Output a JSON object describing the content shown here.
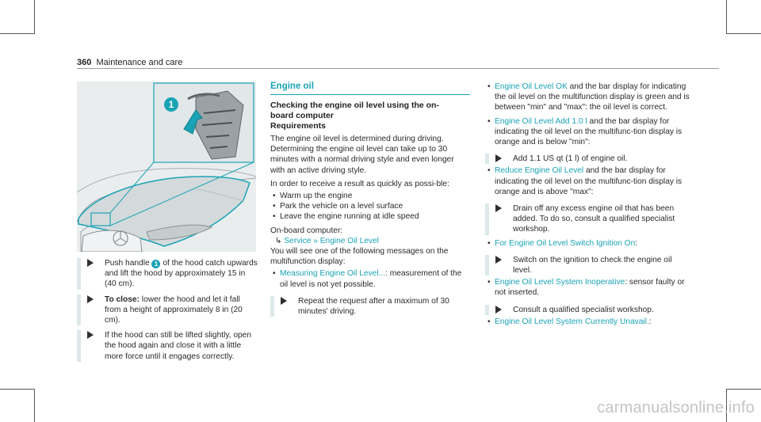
{
  "header": {
    "page_number": "360",
    "section_title": "Maintenance and care"
  },
  "figure": {
    "callout_number": "1",
    "alt_description": ""
  },
  "left_column": {
    "step1_prefix": "Push handle ",
    "step1_callout": "1",
    "step1_suffix": " of the hood catch upwards and lift the hood by approximately 15 in (40 cm).",
    "step2_bold": "To close:",
    "step2_text": " lower the hood and let it fall from a height of approximately 8 in (20 cm).",
    "step3_text": "If the hood can still be lifted slightly, open the hood again and close it with a little more force until it engages correctly."
  },
  "middle_column": {
    "section_heading": "Engine oil",
    "subheading_line1": "Checking the engine oil level using the on-",
    "subheading_line2": "board computer",
    "requirements_label": "Requirements",
    "intro_text": "The engine oil level is determined during driving. Determining the engine oil level can take up to 30 minutes with a normal driving style and even longer with an active driving style.",
    "result_text": "In order to receive a result as quickly as possi-ble:",
    "bullets": [
      "Warm up the engine",
      "Park the vehicle on a level surface",
      "Leave the engine running at idle speed"
    ],
    "onboard_label": "On-board computer:",
    "menu_service": "Service",
    "menu_engine_oil_level": "Engine Oil Level",
    "messages_intro": "You will see one of the following messages on the multifunction display:",
    "measuring_label": "Measuring Engine Oil Level...",
    "measuring_text": ": measurement of the oil level is not yet possible.",
    "repeat_text": "Repeat the request after a maximum of 30 minutes' driving."
  },
  "right_column": {
    "ok_label": "Engine Oil Level OK",
    "ok_text": " and the bar display for indicating the oil level on the multifunction display is green and is between \"min\" and \"max\": the oil level is correct.",
    "add_label": "Engine Oil Level Add 1.0 l",
    "add_text": " and the bar display for indicating the oil level on the multifunc-tion display is orange and is below \"min\":",
    "add_step": "Add 1.1 US qt (1 l) of engine oil.",
    "reduce_label": "Reduce Engine Oil Level",
    "reduce_text": " and the bar display for indicating the oil level on the multifunc-tion display is orange and is above \"max\":",
    "drain_step": "Drain off any excess engine oil that has been added. To do so, consult a qualified specialist workshop.",
    "switch_label": "For Engine Oil Level Switch Ignition On",
    "switch_suffix": ":",
    "switch_step": "Switch on the ignition to check the engine oil level.",
    "inoperative_label": "Engine Oil Level System Inoperative",
    "inoperative_text": ": sensor faulty or not inserted.",
    "consult_step": "Consult a qualified specialist workshop.",
    "unavail_label": "Engine Oil Level System Currently Unavail.",
    "unavail_suffix": ":"
  },
  "watermark": "carmanualsonline.info",
  "colors": {
    "accent": "#1aa3b5",
    "step_bar": "#dde8ea",
    "figure_bg": "#e9edee"
  }
}
